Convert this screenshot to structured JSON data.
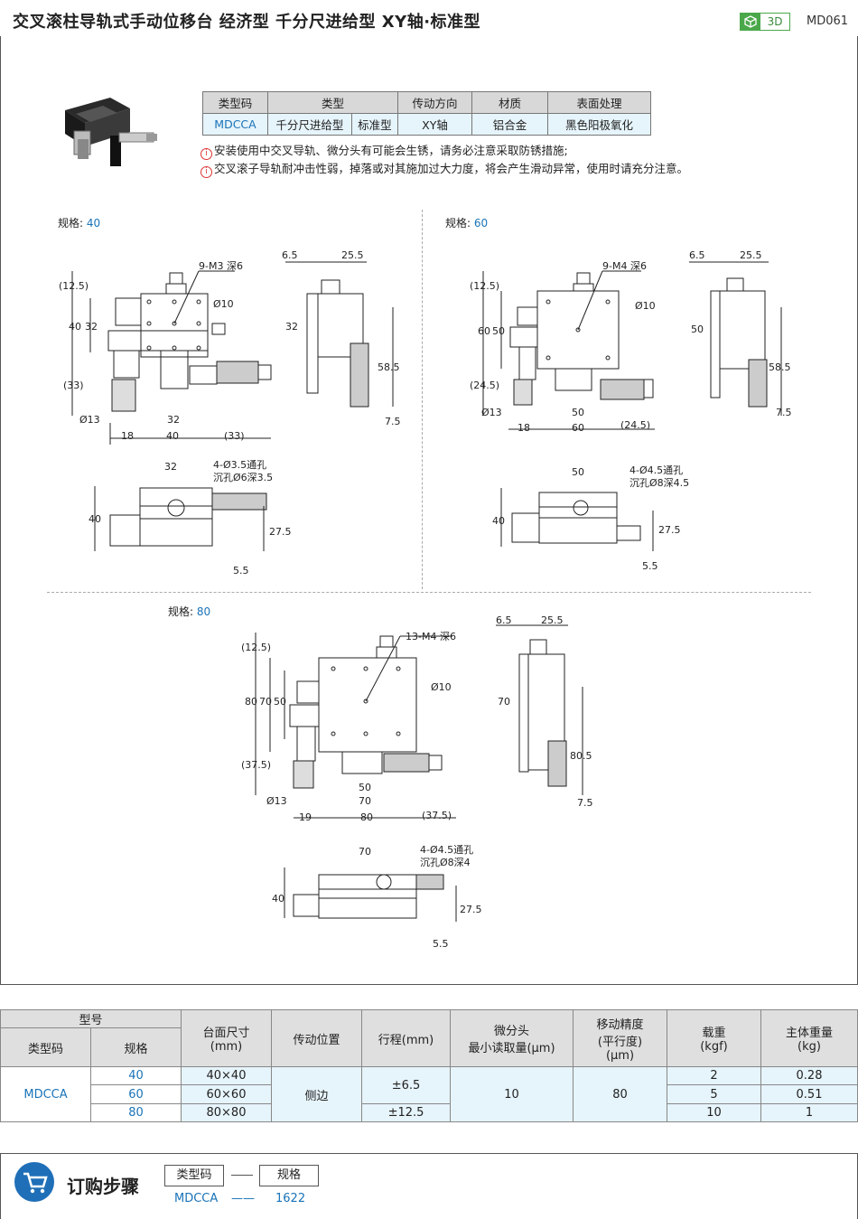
{
  "header": {
    "title": "交叉滚柱导轨式手动位移台  经济型  千分尺进给型  XY轴·标准型",
    "badge": "3D",
    "code": "MD061"
  },
  "spec_table": {
    "headers": [
      "类型码",
      "类型",
      "传动方向",
      "材质",
      "表面处理"
    ],
    "row": [
      "MDCCA",
      "千分尺进给型",
      "标准型",
      "XY轴",
      "铝合金",
      "黑色阳极氧化"
    ]
  },
  "notes": [
    "安装使用中交叉导轨、微分头有可能会生锈，请务必注意采取防锈措施;",
    "交叉滚子导轨耐冲击性弱，掉落或对其施加过大力度，将会产生滑动异常，使用时请充分注意。"
  ],
  "drawings": {
    "s40": {
      "label": "规格:",
      "value": "40",
      "hole": "9-M3 深6",
      "d_top1": "6.5",
      "d_top2": "25.5",
      "d125": "(12.5)",
      "d40": "40",
      "d32": "32",
      "d33": "(33)",
      "d10": "Ø10",
      "d13": "Ø13",
      "b32": "32",
      "b18": "18",
      "b40": "40",
      "b33": "(33)",
      "s32": "32",
      "s585": "58.5",
      "s75": "7.5",
      "f32": "32",
      "fhole1": "4-Ø3.5通孔",
      "fhole2": "沉孔Ø6深3.5",
      "f40": "40",
      "f275": "27.5",
      "f55": "5.5"
    },
    "s60": {
      "label": "规格:",
      "value": "60",
      "hole": "9-M4 深6",
      "d_top1": "6.5",
      "d_top2": "25.5",
      "d125": "(12.5)",
      "d60": "60",
      "d50": "50",
      "d245": "(24.5)",
      "d10": "Ø10",
      "d13": "Ø13",
      "b50": "50",
      "b18": "18",
      "b60": "60",
      "b245": "(24.5)",
      "s50": "50",
      "s585": "58.5",
      "s75": "7.5",
      "f50": "50",
      "fhole1": "4-Ø4.5通孔",
      "fhole2": "沉孔Ø8深4.5",
      "f40": "40",
      "f275": "27.5",
      "f55": "5.5"
    },
    "s80": {
      "label": "规格:",
      "value": "80",
      "hole": "13-M4 深6",
      "d_top1": "6.5",
      "d_top2": "25.5",
      "d125": "(12.5)",
      "d80": "80",
      "d70": "70",
      "d50": "50",
      "d375": "(37.5)",
      "d10": "Ø10",
      "d13": "Ø13",
      "b50": "50",
      "b70": "70",
      "b19": "19",
      "b80": "80",
      "b375": "(37.5)",
      "s70": "70",
      "s805": "80.5",
      "s75": "7.5",
      "f70": "70",
      "fhole1": "4-Ø4.5通孔",
      "fhole2": "沉孔Ø8深4",
      "f40": "40",
      "f275": "27.5",
      "f55": "5.5"
    }
  },
  "main_table": {
    "h_model": "型号",
    "h_type": "类型码",
    "h_size": "规格",
    "h_table": "台面尺寸\n(mm)",
    "h_pos": "传动位置",
    "h_stroke": "行程(mm)",
    "h_micro": "微分头\n最小读取量(μm)",
    "h_acc": "移动精度\n(平行度)\n(μm)",
    "h_load": "载重\n(kgf)",
    "h_weight": "主体重量\n(kg)",
    "type_code": "MDCCA",
    "position": "侧边",
    "micro": "10",
    "accuracy": "80",
    "rows": [
      {
        "size": "40",
        "table": "40×40",
        "load": "2",
        "weight": "0.28"
      },
      {
        "size": "60",
        "table": "60×60",
        "load": "5",
        "weight": "0.51"
      },
      {
        "size": "80",
        "table": "80×80",
        "load": "10",
        "weight": "1"
      }
    ],
    "stroke_a": "±6.5",
    "stroke_b": "±12.5"
  },
  "order": {
    "title": "订购步骤",
    "box1": "类型码",
    "box2": "规格",
    "val1": "MDCCA",
    "dash": "——",
    "val2": "1622"
  }
}
